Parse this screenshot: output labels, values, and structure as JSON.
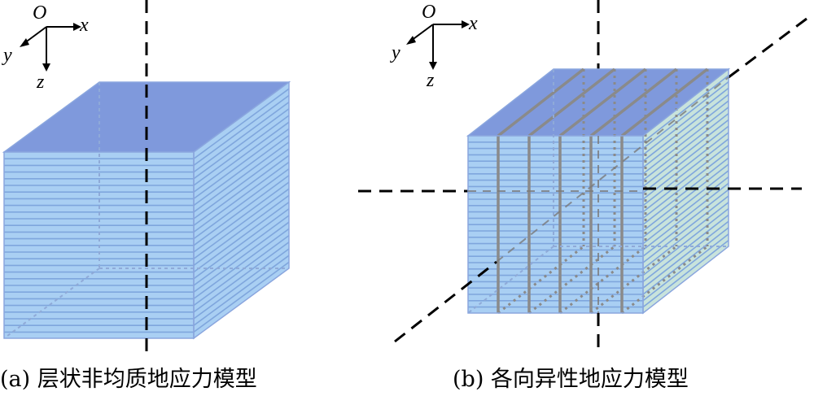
{
  "panel_a": {
    "caption": "(a) 层状非均质地应力模型",
    "axes": {
      "origin": "O",
      "x": "x",
      "y": "y",
      "z": "z"
    }
  },
  "panel_b": {
    "caption": "(b) 各向异性地应力模型",
    "axes": {
      "origin": "O",
      "x": "x",
      "y": "y",
      "z": "z"
    }
  },
  "colors": {
    "top_face": "#7f99dc",
    "front_face": "#a9cff3",
    "side_face_a": "#a9cff3",
    "side_face_b": "#c8e3dc",
    "stripe": "#7fa6dd",
    "fracture": "#8a8a8a",
    "axis_dash": "#000000"
  }
}
